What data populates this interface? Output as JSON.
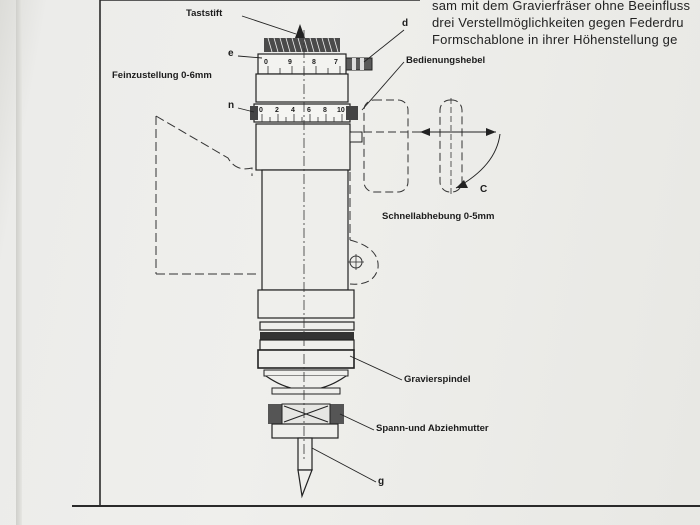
{
  "text_lines": [
    "sam mit dem Gravierfräser ohne Beeinfluss",
    "drei Verstellmöglichkeiten gegen Federdru",
    "Formschablone in ihrer Höhenstellung ge"
  ],
  "labels": {
    "taststift": "Taststift",
    "feinzustellung": "Feinzustellung 0-6mm",
    "bedienungshebel": "Bedienungshebel",
    "schnellabhebung": "Schnellabhebung 0-5mm",
    "gravierspindel": "Gravierspindel",
    "spannmutter": "Spann-und Abziehmutter"
  },
  "letters": {
    "d": "d",
    "e": "e",
    "n": "n",
    "c": "C",
    "g": "g"
  },
  "scale_numbers": [
    "0",
    "2",
    "4",
    "6",
    "8",
    "10"
  ],
  "upper_scale_numbers": [
    "0",
    "9",
    "8",
    "7"
  ]
}
